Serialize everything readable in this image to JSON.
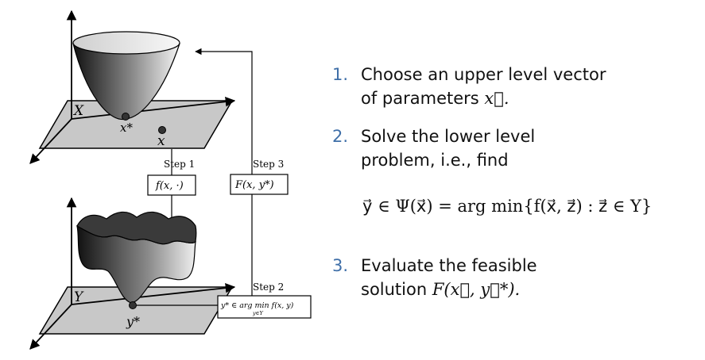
{
  "diagram": {
    "upper_plane_label": "X",
    "x_star_label": "x*",
    "x_label": "x",
    "lower_plane_label": "Y",
    "y_star_label": "y*",
    "step1_label": "Step 1",
    "step1_box": "f(x, ·)",
    "step2_label": "Step 2",
    "step2_box": "y* ∈ arg min f(x, y)",
    "step2_box_sub": "y∈Y",
    "step3_label": "Step 3",
    "step3_box": "F(x,  y*)"
  },
  "steps": [
    {
      "number": "1.",
      "line1": "Choose an upper level vector",
      "line2_text": "of parameters ",
      "line2_math": "x⃗."
    },
    {
      "number": "2.",
      "line1": "Solve the lower level",
      "line2_text": "problem, i.e., find",
      "line2_math": ""
    },
    {
      "number": "3.",
      "line1": "Evaluate the feasible",
      "line2_text": "solution ",
      "line2_math": "F(x⃗, y⃗*)."
    }
  ],
  "equation": "y⃗ ∈ Ψ(x⃗) = arg min{f(x⃗, z⃗) : z⃗ ∈ Y}"
}
